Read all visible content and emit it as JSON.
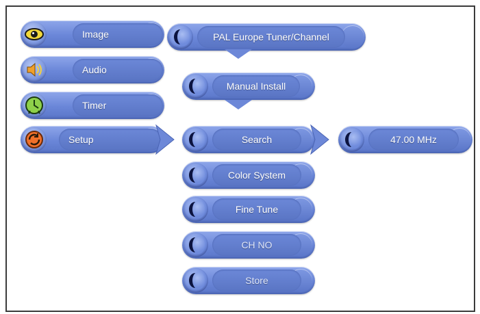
{
  "main_menu": {
    "items": [
      {
        "label": "Image",
        "icon": "eye-icon"
      },
      {
        "label": "Audio",
        "icon": "speaker-icon"
      },
      {
        "label": "Timer",
        "icon": "clock-icon"
      },
      {
        "label": "Setup",
        "icon": "setup-icon"
      }
    ]
  },
  "tuner_menu": {
    "label": "PAL Europe Tuner/Channel"
  },
  "install_menu": {
    "label": "Manual Install"
  },
  "install_submenu": {
    "items": [
      {
        "label": "Search"
      },
      {
        "label": "Color System"
      },
      {
        "label": "Fine Tune"
      },
      {
        "label": "CH NO"
      },
      {
        "label": "Store"
      }
    ]
  },
  "search_value": {
    "label": "47.00 MHz"
  },
  "colors": {
    "pill": "#6a86d8",
    "text": "#ffffff",
    "moon": "#0c1440",
    "frame": "#3a3a3a"
  }
}
